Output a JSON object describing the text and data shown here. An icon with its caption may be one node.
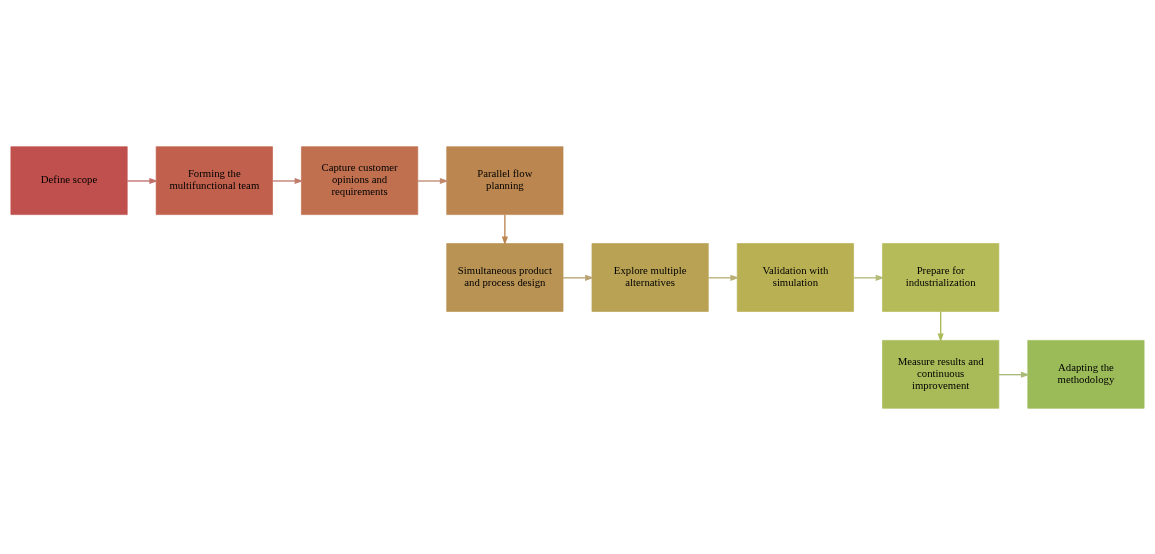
{
  "diagram": {
    "nodes": [
      {
        "text": [
          "Define scope"
        ]
      },
      {
        "text": [
          "Forming the multifunctional team"
        ]
      },
      {
        "text": [
          "Capture customer opinions and requirements"
        ]
      },
      {
        "text": [
          "Parallel flow planning"
        ]
      },
      {
        "text": [
          "Simultaneous product and process design"
        ]
      },
      {
        "text": [
          "Explore multiple alternatives"
        ]
      },
      {
        "text": [
          "Validation with simulation"
        ]
      },
      {
        "text": [
          "Prepare for industrialization"
        ]
      },
      {
        "text": [
          "Measure results and continuous improvement"
        ]
      },
      {
        "text": [
          "Adapting the methodology"
        ]
      }
    ],
    "edges": [
      {
        "from": 0,
        "to": 1,
        "arrow": "to",
        "color": "#c0706d"
      },
      {
        "from": 1,
        "to": 2,
        "arrow": "to",
        "color": "#c07d6d"
      },
      {
        "from": 2,
        "to": 3,
        "arrow": "to",
        "color": "#c08a6f"
      },
      {
        "from": 3,
        "to": 4,
        "arrow": "to",
        "color": "#bc8650"
      },
      {
        "from": 4,
        "to": 5,
        "arrow": "to",
        "color": "#b9a274"
      },
      {
        "from": 5,
        "to": 6,
        "arrow": "to",
        "color": "#b9b074"
      },
      {
        "from": 6,
        "to": 7,
        "arrow": "to",
        "color": "#b5bb78"
      },
      {
        "from": 7,
        "to": 8,
        "arrow": "to",
        "color": "#a9bb58"
      },
      {
        "from": 8,
        "to": 9,
        "arrow": "to",
        "color": "#a9bb78"
      }
    ]
  }
}
